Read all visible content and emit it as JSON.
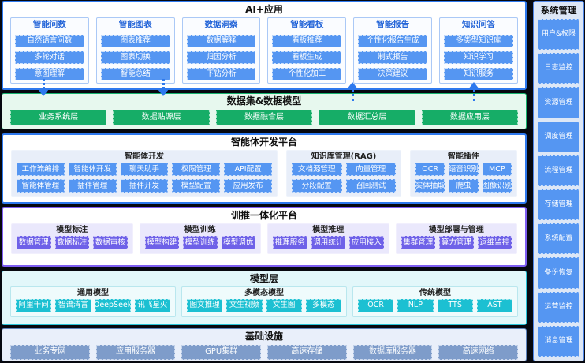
{
  "apps": {
    "title": "AI+应用",
    "columns": [
      {
        "title": "智能问数",
        "items": [
          "自然语言问数",
          "多轮对话",
          "意图理解"
        ]
      },
      {
        "title": "智能图表",
        "items": [
          "图表推荐",
          "图表切换",
          "智能总结"
        ]
      },
      {
        "title": "数据洞察",
        "items": [
          "数据解释",
          "归因分析",
          "下钻分析"
        ]
      },
      {
        "title": "智能看板",
        "items": [
          "看板推荐",
          "看板生成",
          "个性化加工"
        ]
      },
      {
        "title": "智能报告",
        "items": [
          "个性化报告生成",
          "制式报告",
          "决策建议"
        ]
      },
      {
        "title": "知识问答",
        "items": [
          "多类型知识库",
          "知识学习",
          "知识服务"
        ]
      }
    ]
  },
  "data_layer": {
    "title": "数据集&数据模型",
    "items": [
      "业务系统层",
      "数据贴源层",
      "数据融合层",
      "数据汇总层",
      "数据应用层"
    ]
  },
  "agent_platform": {
    "title": "智能体开发平台",
    "groups": [
      {
        "title": "智能体开发",
        "items": [
          "工作流编排",
          "智能体开发",
          "聊天助手",
          "权限管理",
          "API配置",
          "智能体管理",
          "插件管理",
          "插件开发",
          "模型配置",
          "应用发布"
        ]
      },
      {
        "title": "知识库管理(RAG)",
        "items": [
          "文档源管理",
          "向量管理",
          "分段配置",
          "召回测试"
        ]
      },
      {
        "title": "智能插件",
        "items": [
          "OCR",
          "语音识别",
          "MCP",
          "实体抽取",
          "爬虫",
          "图像识别"
        ]
      }
    ]
  },
  "training_platform": {
    "title": "训推一体化平台",
    "groups": [
      {
        "title": "模型标注",
        "items": [
          "数据管理",
          "数据标注",
          "数据审核"
        ]
      },
      {
        "title": "模型训练",
        "items": [
          "模型构建",
          "模型训练",
          "模型调优"
        ]
      },
      {
        "title": "模型推理",
        "items": [
          "推理服务",
          "调用统计",
          "应用接入"
        ]
      },
      {
        "title": "模型部署与管理",
        "items": [
          "集群管理",
          "算力管理",
          "运维监控"
        ]
      }
    ]
  },
  "model_layer": {
    "title": "模型层",
    "groups": [
      {
        "title": "通用模型",
        "items": [
          "阿里千问",
          "智谱清言",
          "DeepSeek",
          "讯飞星火"
        ]
      },
      {
        "title": "多模态模型",
        "items": [
          "图文推理",
          "文生视频",
          "文生图",
          "多模态"
        ]
      },
      {
        "title": "传统模型",
        "items": [
          "OCR",
          "NLP",
          "TTS",
          "AST"
        ]
      }
    ]
  },
  "infrastructure": {
    "title": "基础设施",
    "items": [
      "业务专网",
      "应用服务器",
      "GPU集群",
      "高速存储",
      "数据库服务器",
      "高速网络"
    ]
  },
  "system_management": {
    "title": "系统管理",
    "items": [
      "用户&权限",
      "日志监控",
      "资源管理",
      "调度管理",
      "流程管理",
      "存储管理",
      "系统配置",
      "备份恢复",
      "运营监控",
      "消息管理"
    ]
  },
  "colors": {
    "accent_blue": "#2e79ee",
    "accent_green": "#17b26c",
    "accent_purple": "#7e5ef2",
    "accent_cyan": "#28c3d7",
    "accent_steel": "#7e9cca",
    "page_bg": "#06080f"
  }
}
